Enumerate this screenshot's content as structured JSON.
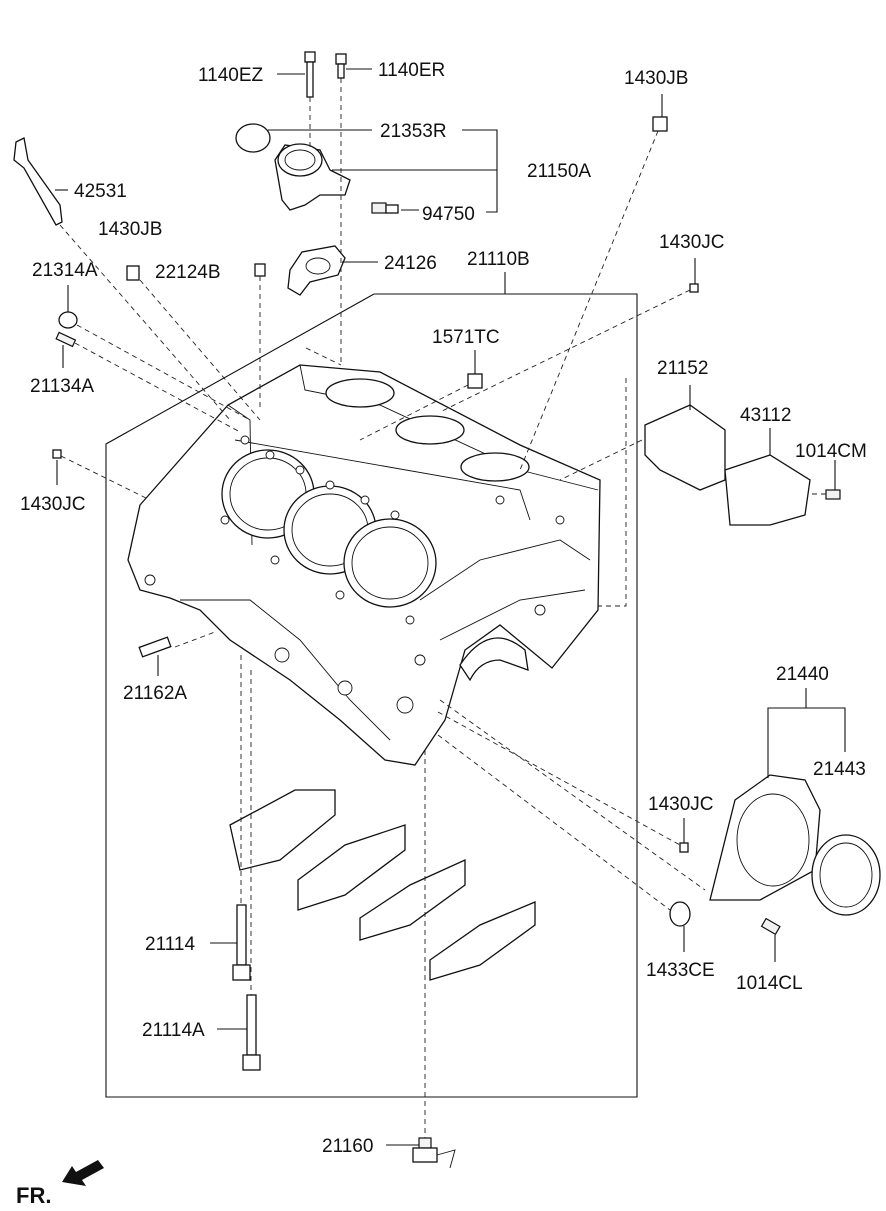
{
  "labels": {
    "p1140EZ": "1140EZ",
    "p1140ER": "1140ER",
    "p1430JB_top": "1430JB",
    "p21353R": "21353R",
    "p42531": "42531",
    "p21150A": "21150A",
    "p1430JB_left": "1430JB",
    "p94750": "94750",
    "p21314A": "21314A",
    "p22124B": "22124B",
    "p24126": "24126",
    "p21110B": "21110B",
    "p1430JC_top": "1430JC",
    "p1571TC": "1571TC",
    "p21134A": "21134A",
    "p21152": "21152",
    "p43112": "43112",
    "p1014CM": "1014CM",
    "p1430JC_left": "1430JC",
    "p21162A": "21162A",
    "p21440": "21440",
    "p21443": "21443",
    "p1430JC_right": "1430JC",
    "p21114": "21114",
    "p1433CE": "1433CE",
    "p1014CL": "1014CL",
    "p21114A": "21114A",
    "p21160": "21160",
    "fr": "FR."
  }
}
